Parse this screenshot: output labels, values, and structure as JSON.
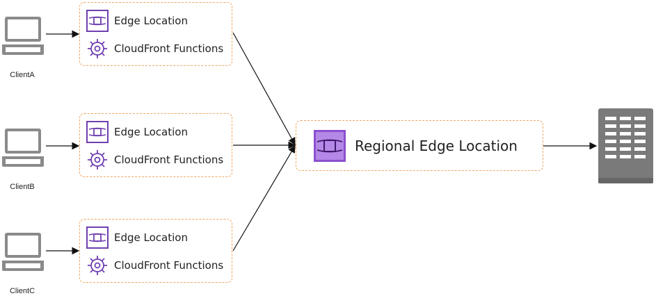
{
  "clients": [
    {
      "label": "ClientA"
    },
    {
      "label": "ClientB"
    },
    {
      "label": "ClientC"
    }
  ],
  "edge_boxes": [
    {
      "edge_label": "Edge Location",
      "functions_label": "CloudFront Functions"
    },
    {
      "edge_label": "Edge Location",
      "functions_label": "CloudFront Functions"
    },
    {
      "edge_label": "Edge Location",
      "functions_label": "CloudFront Functions"
    }
  ],
  "regional": {
    "label": "Regional Edge Location"
  },
  "colors": {
    "edge_purple": "#6f3fb0",
    "regional_purple": "#8c4fd0",
    "dashed_border": "#f0a661",
    "server_gray": "#7a7a7a",
    "client_gray": "#8a8a8a"
  },
  "icons": {
    "client": "laptop-icon",
    "edge": "edge-location-icon",
    "functions": "cloudfront-functions-icon",
    "origin": "server-icon"
  }
}
